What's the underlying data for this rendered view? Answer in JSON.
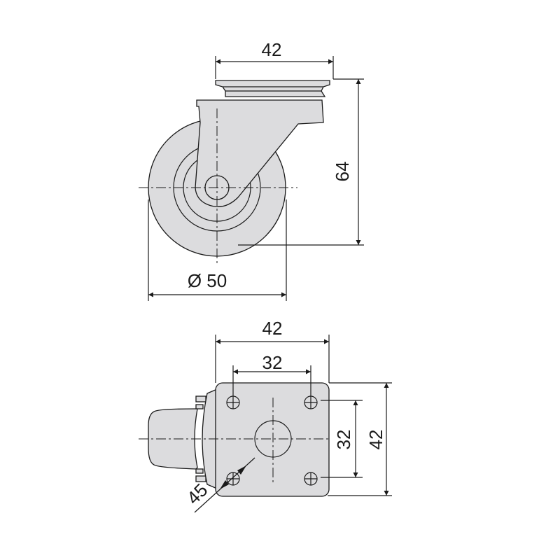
{
  "drawing": {
    "subject": "swivel caster technical drawing",
    "colors": {
      "part_fill": "#dcdcde",
      "line": "#1a1a1a",
      "background": "#ffffff"
    }
  },
  "side_view": {
    "plate_width_label": "42",
    "height_label": "64",
    "wheel_diameter_label": "Ø 50"
  },
  "bottom_view": {
    "plate_width_label": "42",
    "hole_spacing_x_label": "32",
    "hole_spacing_y_label": "32",
    "plate_height_label": "42",
    "hole_diameter_label": "45"
  }
}
